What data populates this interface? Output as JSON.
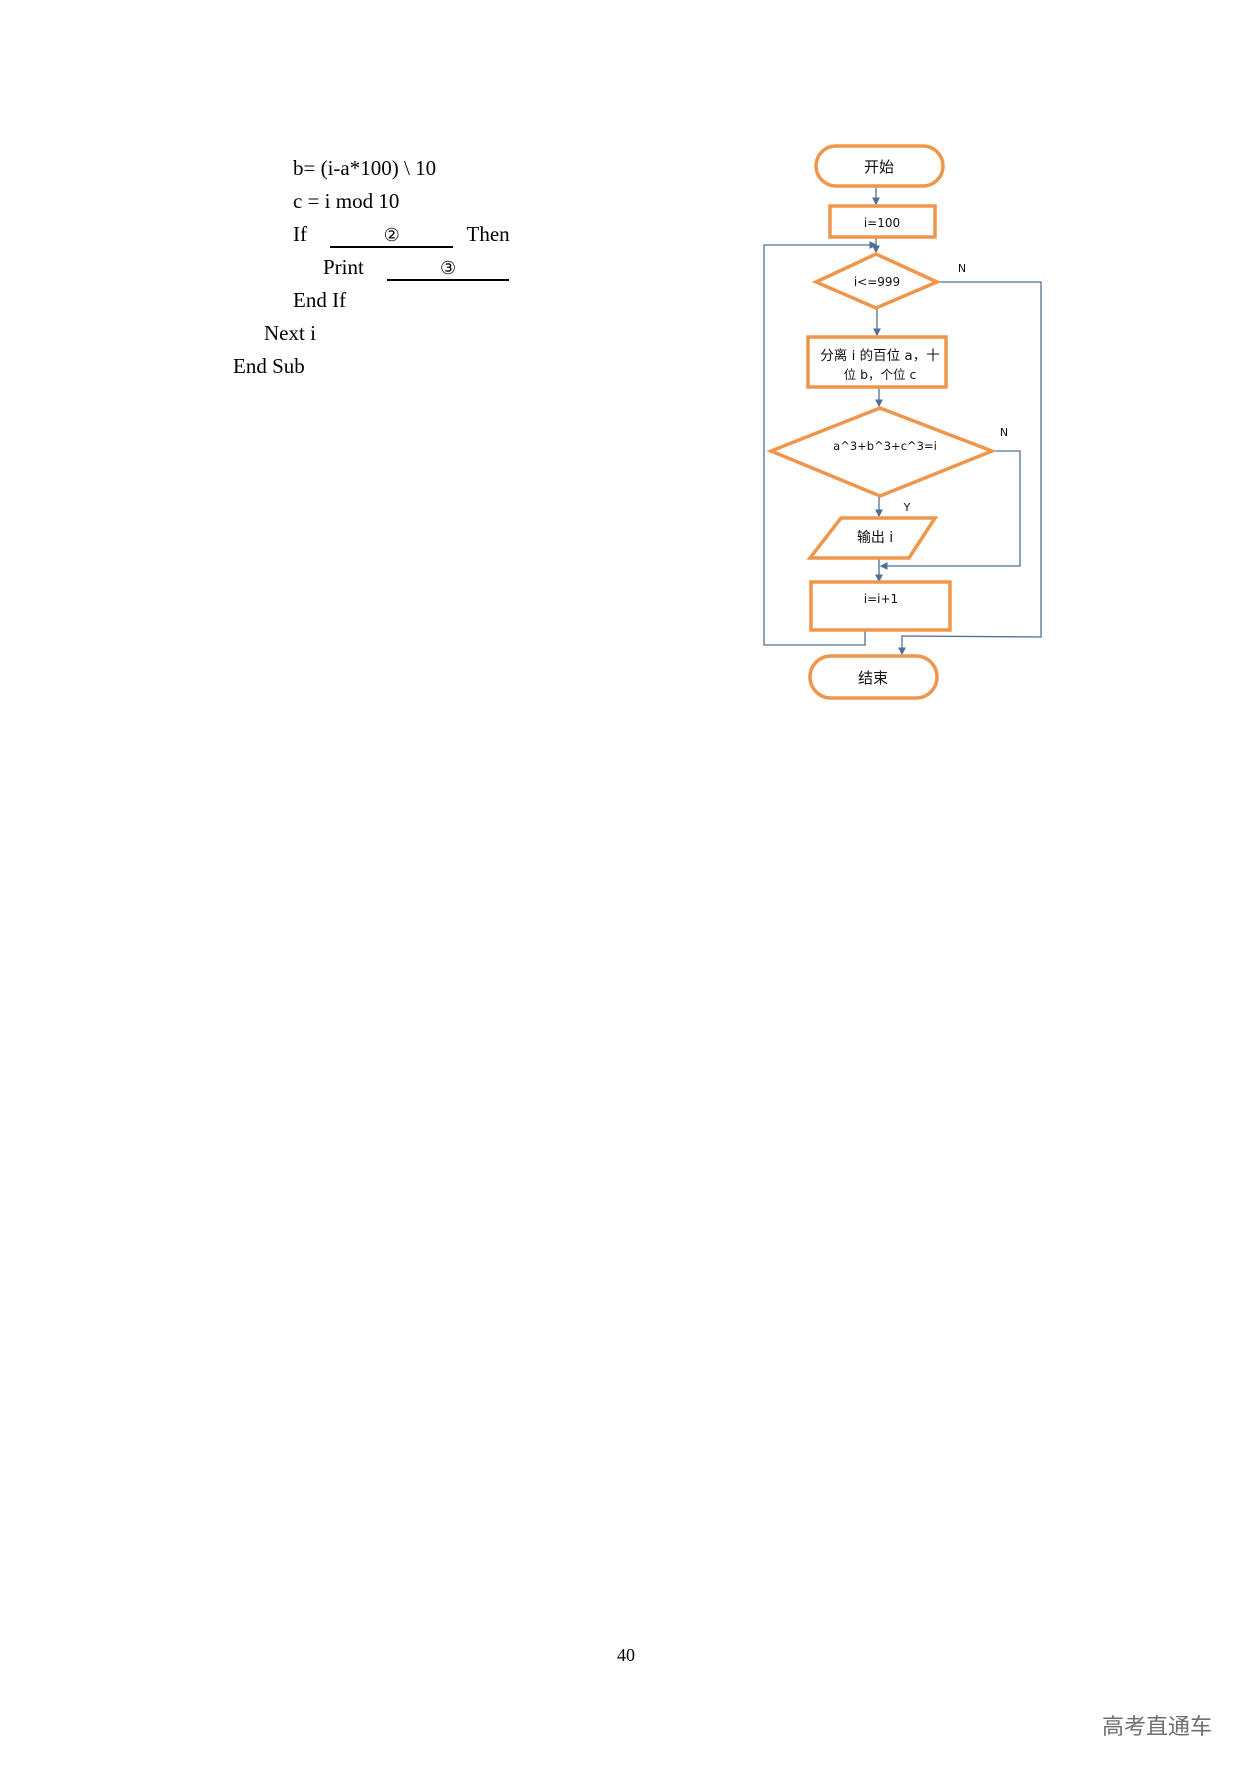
{
  "code": {
    "lines": [
      "b= (i-a*100) \\ 10",
      "c = i mod 10",
      "If",
      "Then",
      "Print",
      "End If",
      "Next i",
      "End Sub"
    ],
    "blank_2": "②",
    "blank_3": "③"
  },
  "flowchart": {
    "start": "开始",
    "init": "i=100",
    "loop_condition": "i<=999",
    "loop_no_label": "N",
    "split_line1": "分离 i 的百位 a，十",
    "split_line2": "位 b，个位 c",
    "check_condition": "a^3+b^3+c^3=i",
    "check_no_label": "N",
    "check_yes_label": "Y",
    "output": "输出 i",
    "increment": "i=i+1",
    "end": "结束",
    "colors": {
      "shape_stroke": "#F0964B",
      "connector": "#4F6F96"
    }
  },
  "footer": {
    "page_number": "40",
    "watermark": "高考直通车"
  }
}
